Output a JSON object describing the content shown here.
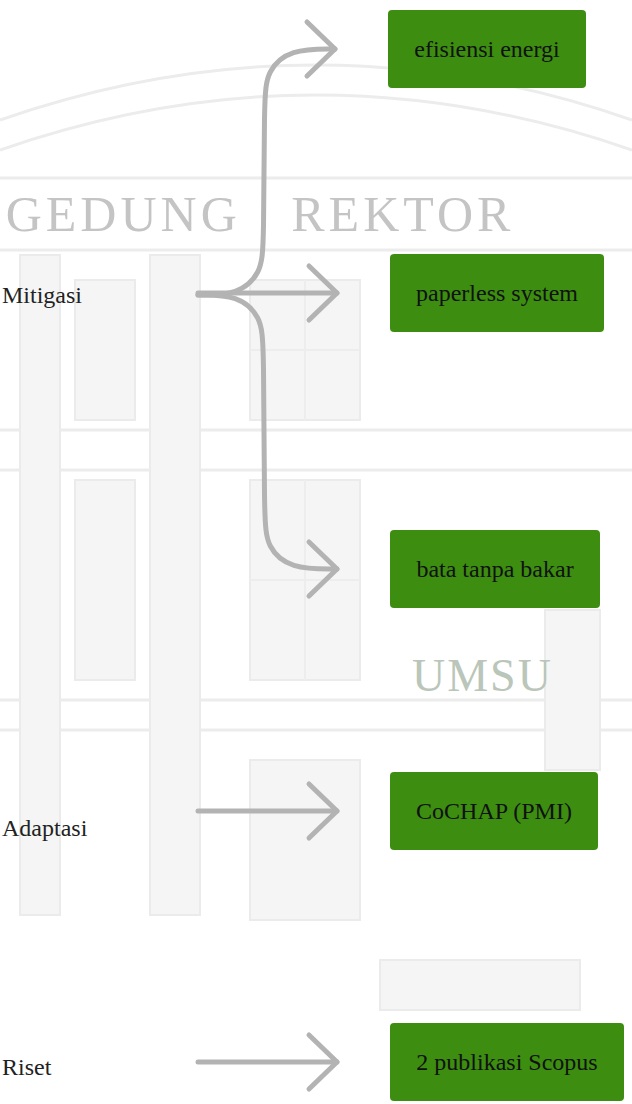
{
  "diagram": {
    "nodes": [
      {
        "text": [
          "Mitigasi"
        ]
      },
      {
        "text": [
          "efisiensi energi"
        ]
      },
      {
        "text": [
          "paperless system"
        ]
      },
      {
        "text": [
          "bata tanpa bakar"
        ]
      },
      {
        "text": [
          "Adaptasi"
        ]
      },
      {
        "text": [
          "CoCHAP (PMI)"
        ]
      },
      {
        "text": [
          "Riset"
        ]
      },
      {
        "text": [
          "2 publikasi Scopus"
        ]
      }
    ],
    "edges": [
      {
        "from": 0,
        "to": 1,
        "arrow": "to"
      },
      {
        "from": 0,
        "to": 2,
        "arrow": "to"
      },
      {
        "from": 0,
        "to": 3,
        "arrow": "to"
      },
      {
        "from": 4,
        "to": 5,
        "arrow": "to"
      },
      {
        "from": 6,
        "to": 7,
        "arrow": "to"
      }
    ],
    "labels": [
      "GEDUNG REKTOR",
      "UMSU"
    ]
  }
}
